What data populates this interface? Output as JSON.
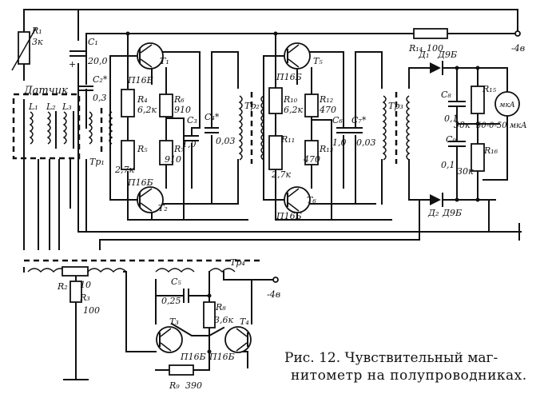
{
  "labels": {
    "r1": "R₁",
    "r1_val": "3к",
    "c1": "C₁",
    "c1_val": "20,0",
    "c1_plus": "+",
    "c2": "C₂*",
    "c2_val": "0,3",
    "sensor": "Датчик",
    "l1": "L₁",
    "l2": "L₂",
    "l3": "L₃",
    "tr1": "Tp₁",
    "tr2": "Tp₂",
    "tr3": "Tp₃",
    "tr4": "Tp₄",
    "t1": "T₁",
    "t2": "T₂",
    "t3": "T₃",
    "t4": "T₄",
    "t5": "T₅",
    "t6": "T₆",
    "t_type": "П16Б",
    "r4": "R₄",
    "r4_val": "6,2к",
    "r5": "R₅",
    "r5_val": "2,7к",
    "r6": "R₆",
    "r6_val": "910",
    "r7": "R₇",
    "r7_val": "910",
    "c3": "C₃",
    "c3_val": "1,0",
    "c4": "C₄*",
    "c4_val": "0,03",
    "r10": "R₁₀",
    "r10_val": "6,2к",
    "r11": "R₁₁",
    "r11_val": "2,7к",
    "r12": "R₁₂",
    "r12_val": "470",
    "r13": "R₁₃",
    "r13_val": "470",
    "c6": "C₆",
    "c6_val": "1,0",
    "c7": "C₇*",
    "c7_val": "0,03",
    "r14": "R₁₄",
    "r14_val": "100",
    "supply": "-4в",
    "d1": "Д₁",
    "d1_type": "Д9Б",
    "d2": "Д₂",
    "d2_type": "Д9Б",
    "c8": "C₈",
    "c8_val": "0,1",
    "c9": "C₉",
    "c9_val": "0,1",
    "r15": "R₁₅",
    "r15_val": "30к",
    "r16": "R₁₆",
    "r16_val": "30к",
    "meter": "мкА",
    "meter_range": "50-0-50 мкА",
    "r2": "R₂",
    "r2_val": "10",
    "r3": "R₃",
    "r3_val": "100",
    "c5": "C₅",
    "c5_val": "0,25",
    "r8": "R₈",
    "r8_val": "3,6к",
    "r9": "R₉",
    "r9_val": "390",
    "supply2": "-4в"
  },
  "caption": {
    "line1": "Рис. 12. Чувствительный маг-",
    "line2": "нитометр на полупроводниках."
  }
}
